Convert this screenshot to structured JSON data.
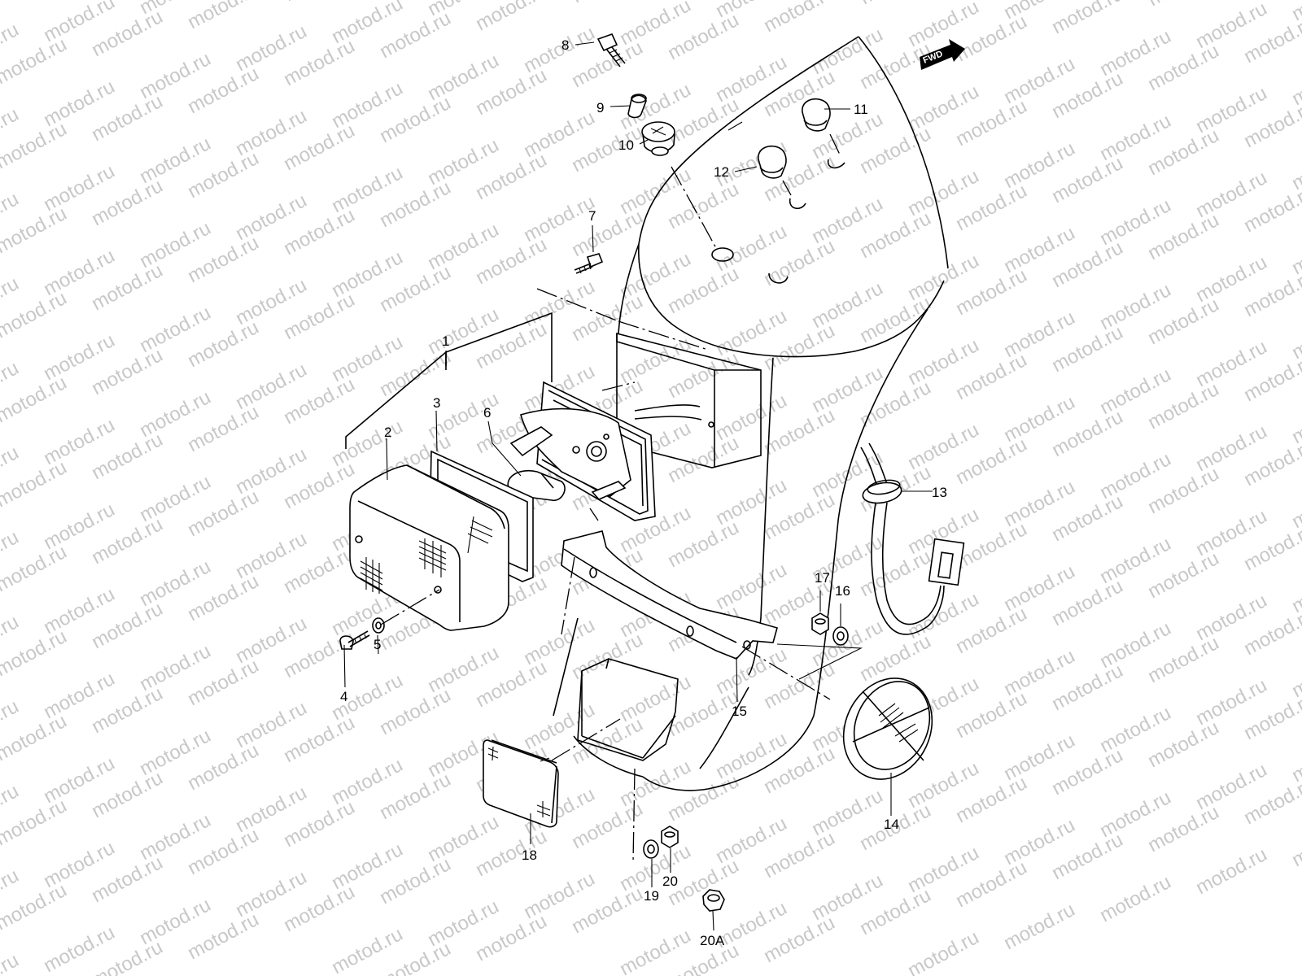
{
  "watermark": {
    "text": "motod.ru"
  },
  "fwd_badge": {
    "label": "FWD"
  },
  "callouts": [
    {
      "id": "1",
      "label": "1"
    },
    {
      "id": "2",
      "label": "2"
    },
    {
      "id": "3",
      "label": "3"
    },
    {
      "id": "4",
      "label": "4"
    },
    {
      "id": "5",
      "label": "5"
    },
    {
      "id": "6",
      "label": "6"
    },
    {
      "id": "7",
      "label": "7"
    },
    {
      "id": "8",
      "label": "8"
    },
    {
      "id": "9",
      "label": "9"
    },
    {
      "id": "10",
      "label": "10"
    },
    {
      "id": "11",
      "label": "11"
    },
    {
      "id": "12",
      "label": "12"
    },
    {
      "id": "13",
      "label": "13"
    },
    {
      "id": "14",
      "label": "14"
    },
    {
      "id": "15",
      "label": "15"
    },
    {
      "id": "16",
      "label": "16"
    },
    {
      "id": "17",
      "label": "17"
    },
    {
      "id": "18",
      "label": "18"
    },
    {
      "id": "19",
      "label": "19"
    },
    {
      "id": "20",
      "label": "20"
    },
    {
      "id": "20A",
      "label": "20A"
    }
  ]
}
